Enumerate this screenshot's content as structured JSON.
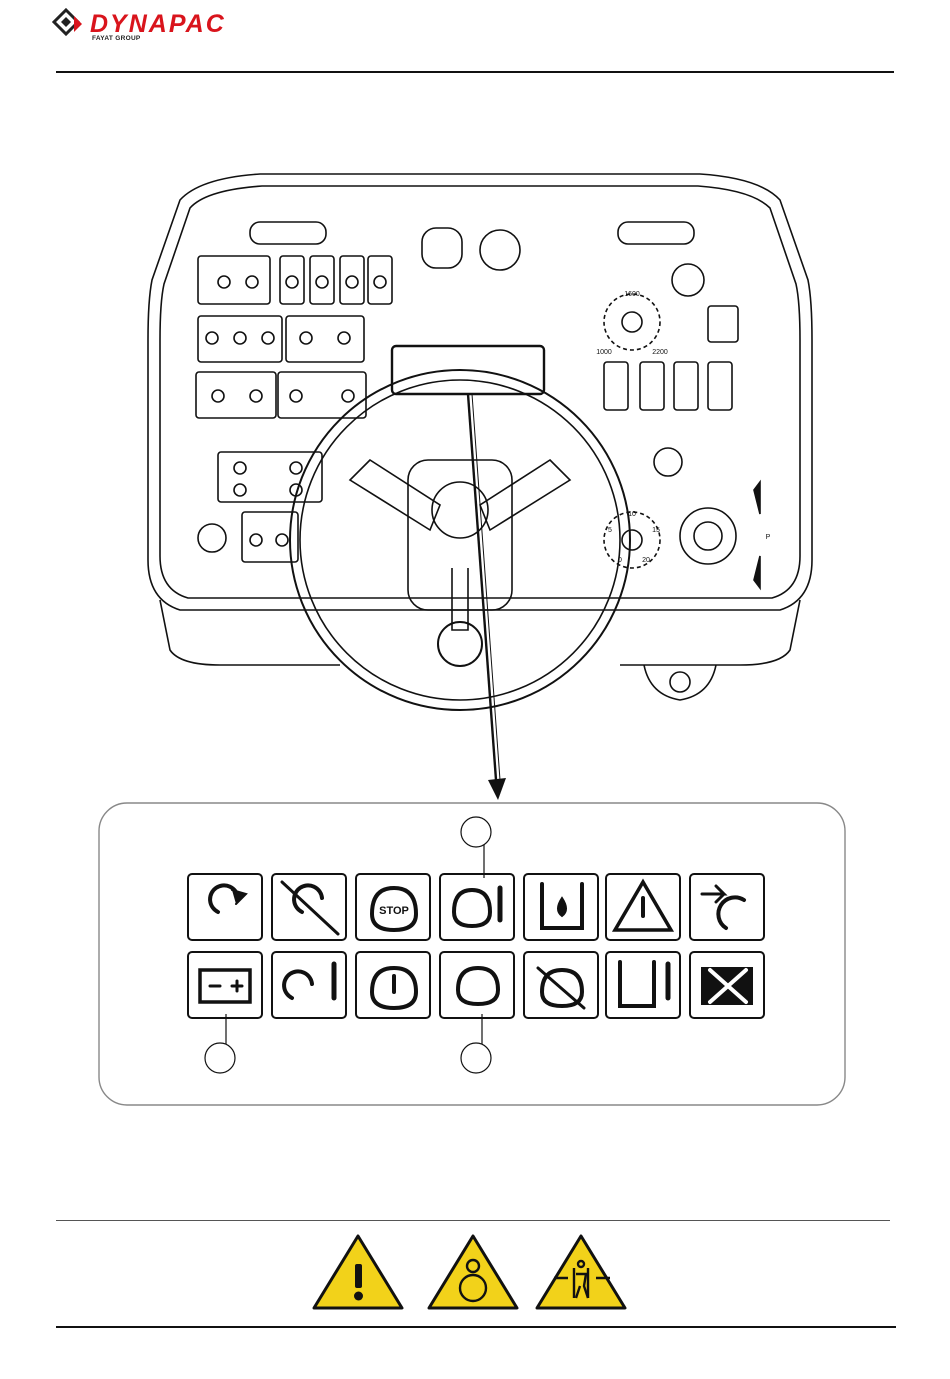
{
  "header": {
    "brand_name": "DYNAPAC",
    "brand_sub": "FAYAT GROUP"
  },
  "panel": {
    "rpm_labels": [
      "1600",
      "1000",
      "2200"
    ],
    "speed_labels": [
      "10",
      "5",
      "15",
      "0",
      "20"
    ],
    "parking_label": "P"
  },
  "detail": {
    "stop_label": "STOP",
    "callouts": 3
  },
  "warnings": {
    "count": 3
  },
  "colors": {
    "brand_red": "#d9141c",
    "warning_yellow": "#f2d21a",
    "line": "#111111",
    "detail_border": "#888888"
  }
}
